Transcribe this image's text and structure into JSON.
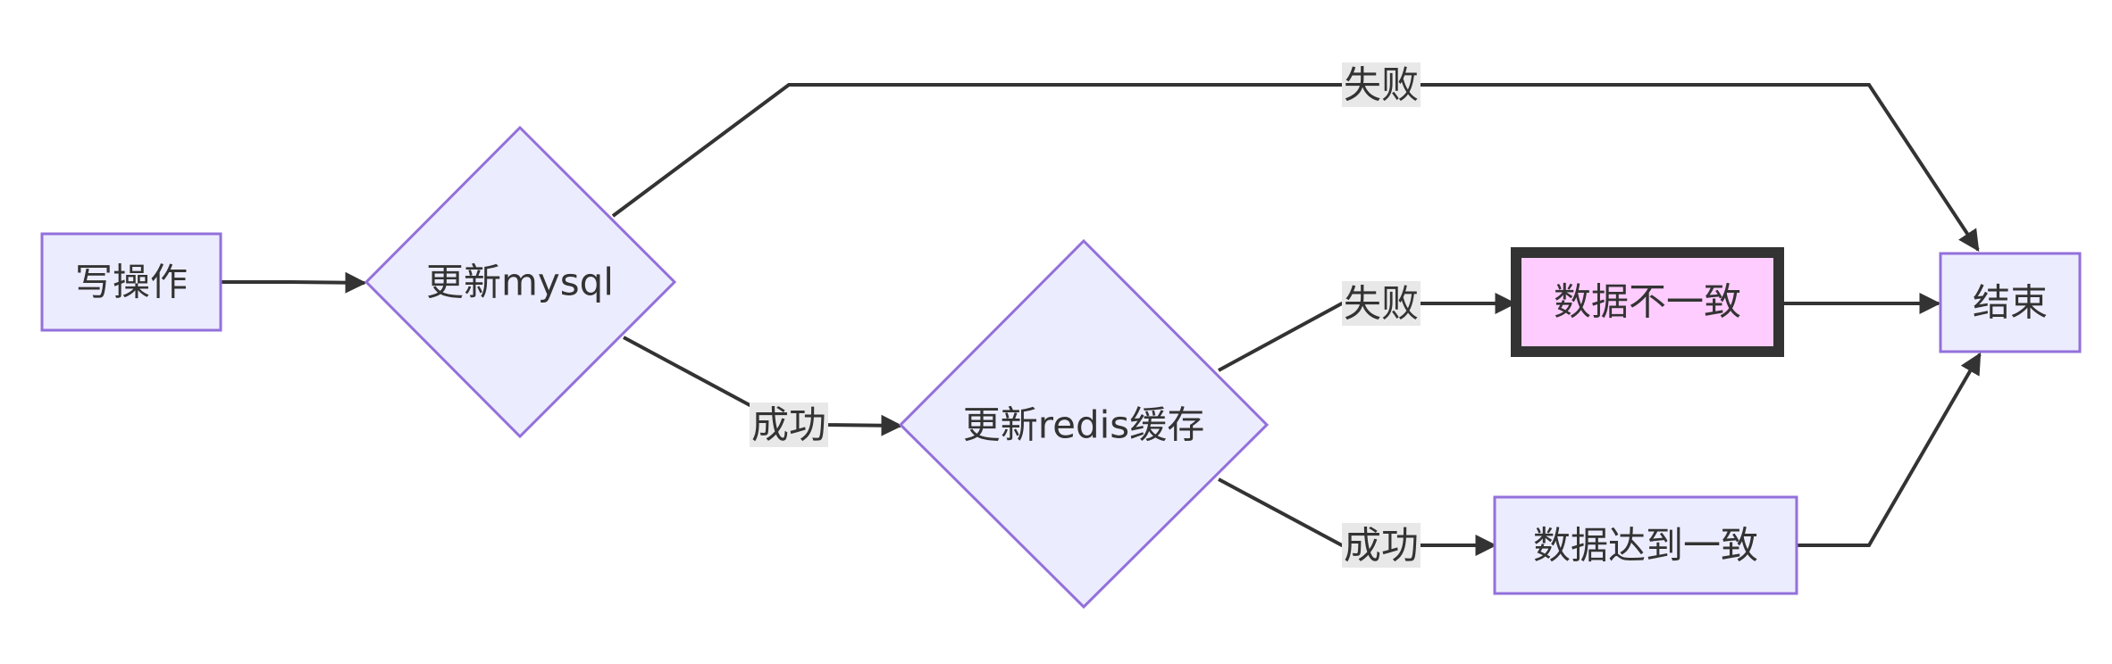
{
  "nodes": {
    "write_op": "写操作",
    "update_mysql": "更新mysql",
    "update_redis": "更新redis缓存",
    "data_inconsistent": "数据不一致",
    "data_consistent": "数据达到一致",
    "end": "结束"
  },
  "edges": {
    "mysql_fail": "失败",
    "mysql_success": "成功",
    "redis_fail": "失败",
    "redis_success": "成功"
  },
  "colors": {
    "node_fill": "#ECECFF",
    "node_stroke": "#9370DB",
    "highlight_fill": "#FFCCFF",
    "edge": "#333333",
    "label_bg": "#E8E8E8"
  }
}
